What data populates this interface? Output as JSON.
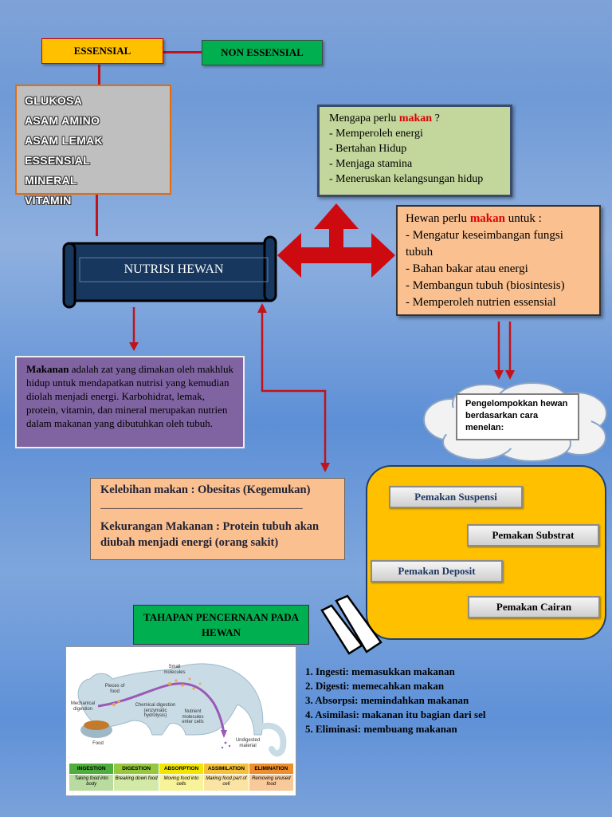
{
  "top": {
    "essensial": "ESSENSIAL",
    "non_essensial": "NON ESSENSIAL"
  },
  "nutrients": [
    "GLUKOSA",
    "ASAM AMINO",
    "ASAM LEMAK ESSENSIAL",
    "MINERAL",
    "VITAMIN"
  ],
  "why": {
    "prefix": "Mengapa perlu ",
    "keyword": "makan",
    "suffix": " ?",
    "items": [
      "- Memperoleh energi",
      "- Bertahan Hidup",
      "- Menjaga stamina",
      "- Meneruskan kelangsungan hidup"
    ]
  },
  "need": {
    "prefix": "Hewan perlu ",
    "keyword": "makan",
    "suffix": " untuk :",
    "items": [
      "- Mengatur keseimbangan fungsi tubuh",
      "- Bahan bakar atau energi",
      "- Membangun tubuh (biosintesis)",
      "- Memperoleh nutrien essensial"
    ]
  },
  "scroll_title": "NUTRISI HEWAN",
  "definition": {
    "bold": "Makanan",
    "text": " adalah zat yang dimakan oleh makhluk hidup untuk mendapatkan nutrisi yang kemudian diolah menjadi energi. Karbohidrat, lemak, protein, vitamin, dan mineral merupakan nutrien dalam makanan yang dibutuhkan oleh tubuh."
  },
  "excess": {
    "line1": "Kelebihan makan : Obesitas (Kegemukan)",
    "separator": "___________________________________",
    "line2": "Kekurangan Makanan : Protein tubuh akan diubah menjadi energi (orang sakit)"
  },
  "cloud_text": "Pengelompokkan hewan berdasarkan cara menelan:",
  "feeders": [
    "Pemakan Suspensi",
    "Pemakan Substrat",
    "Pemakan Deposit",
    "Pemakan Cairan"
  ],
  "tahapan": "TAHAPAN PENCERNAAN PADA HEWAN",
  "steps": [
    "1. Ingesti: memasukkan makanan",
    "2. Digesti: memecahkan makan",
    "3. Absorpsi: memindahkan makanan",
    "4. Asimilasi: makanan itu bagian dari sel",
    "5. Eliminasi: membuang makanan"
  ],
  "diagram": {
    "labels": {
      "small_molecules": "Small molecules",
      "pieces_of_food": "Pieces of food",
      "mechanical_digestion": "Mechanical digestion",
      "chemical_digestion": "Chemical digestion (enzymatic hydrolysis)",
      "nutrient_molecules": "Nutrient molecules enter cells",
      "food": "Food",
      "undigested": "Undigested material"
    },
    "stages": [
      {
        "name": "INGESTION",
        "desc": "Taking food into body",
        "color": "#4fae3e",
        "desc_color": "#b9dba0"
      },
      {
        "name": "DIGESTION",
        "desc": "Breaking down food",
        "color": "#95c83c",
        "desc_color": "#d3e9a6"
      },
      {
        "name": "ABSORPTION",
        "desc": "Moving food into cells",
        "color": "#f2e600",
        "desc_color": "#f8f29a"
      },
      {
        "name": "ASSIMILATION",
        "desc": "Making food part of cell",
        "color": "#f5c13a",
        "desc_color": "#fbe3a4"
      },
      {
        "name": "ELIMINATION",
        "desc": "Removing unused food",
        "color": "#ee8e2c",
        "desc_color": "#f8c99a"
      }
    ]
  }
}
